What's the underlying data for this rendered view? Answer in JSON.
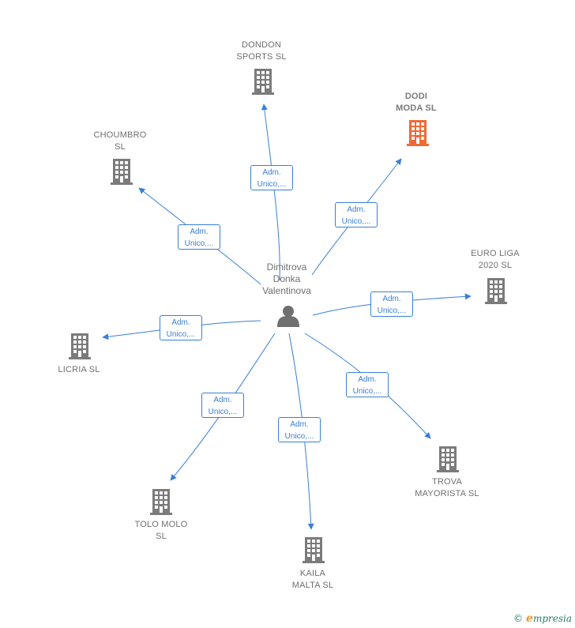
{
  "colors": {
    "edge": "#3a7fd5",
    "building": "#7b7b7b",
    "building_highlight": "#f06a35",
    "person": "#6f6f6f"
  },
  "person": {
    "label": "Dimitrova\nDonka\nValentinova",
    "icon": "person-icon"
  },
  "edge_label": "Adm.\nUnico,...",
  "companies": [
    {
      "id": "dondon",
      "label": "DONDON\nSPORTS  SL",
      "highlight": false,
      "icon": "building-icon"
    },
    {
      "id": "dodi",
      "label": "DODI\nMODA  SL",
      "highlight": true,
      "icon": "building-icon"
    },
    {
      "id": "choumbro",
      "label": "CHOUMBRO\nSL",
      "highlight": false,
      "icon": "building-icon"
    },
    {
      "id": "euroliga",
      "label": "EURO LIGA\n2020  SL",
      "highlight": false,
      "icon": "building-icon"
    },
    {
      "id": "licria",
      "label": "LICRIA  SL",
      "highlight": false,
      "icon": "building-icon"
    },
    {
      "id": "trova",
      "label": "TROVA\nMAYORISTA  SL",
      "highlight": false,
      "icon": "building-icon"
    },
    {
      "id": "tolomolo",
      "label": "TOLO MOLO\nSL",
      "highlight": false,
      "icon": "building-icon"
    },
    {
      "id": "kaila",
      "label": "KAILA\nMALTA  SL",
      "highlight": false,
      "icon": "building-icon"
    }
  ],
  "footer": {
    "copyright": "©",
    "brand_initial": "e",
    "brand_rest": "mpresia"
  }
}
